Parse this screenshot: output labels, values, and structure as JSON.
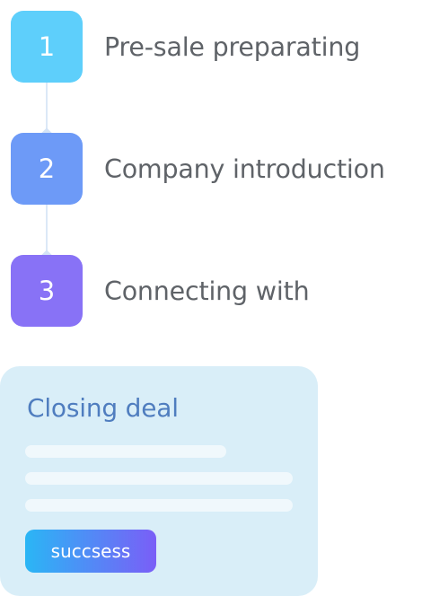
{
  "steps": [
    {
      "number": "1",
      "label": "Pre-sale preparating",
      "color": "#5ecffb"
    },
    {
      "number": "2",
      "label": "Company introduction",
      "color": "#6d9af7"
    },
    {
      "number": "3",
      "label": "Connecting with",
      "color": "#8872f6"
    }
  ],
  "card": {
    "title": "Closing deal",
    "button_label": "succsess",
    "background": "#d9eef8",
    "title_color": "#4f7dbf",
    "button_gradient": [
      "#2ab6f5",
      "#7a5ef7"
    ]
  }
}
